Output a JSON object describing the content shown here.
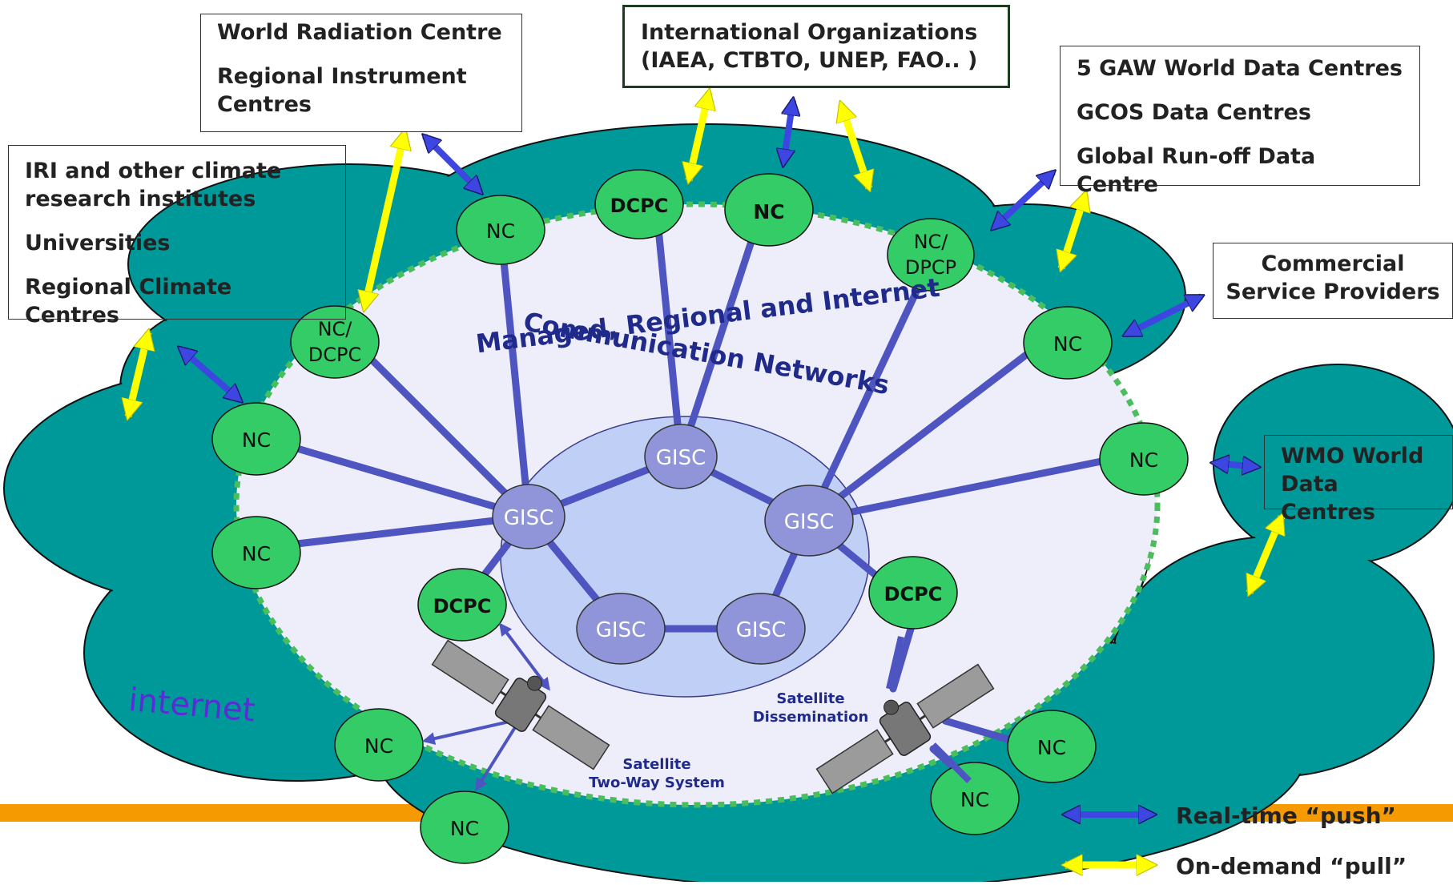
{
  "network_label_line1": "Managed, Regional and Internet",
  "network_label_line2": "Communication Networks",
  "internet_label": "internet",
  "boxes": {
    "wrc": {
      "line1": "World Radiation Centre",
      "line2": "Regional Instrument",
      "line3": "Centres"
    },
    "intl": {
      "line1": "International Organizations",
      "line2": "(IAEA, CTBTO, UNEP, FAO.. )"
    },
    "gaw": {
      "line1": "5 GAW World Data Centres",
      "line2": "GCOS Data Centres",
      "line3": "Global Run-off Data Centre"
    },
    "iri": {
      "line1": "IRI and other climate",
      "line2": "research institutes",
      "line3": "Universities",
      "line4": "Regional Climate Centres"
    },
    "commercial": {
      "line1": "Commercial",
      "line2": "Service Providers"
    },
    "wmo": {
      "line1": "WMO World",
      "line2": "Data Centres"
    }
  },
  "nodes": {
    "nc": "NC",
    "dcpc": "DCPC",
    "nc_dcpc_1": "NC/",
    "nc_dcpc_2": "DCPC",
    "nc_dpcp_1": "NC/",
    "nc_dpcp_2": "DPCP",
    "gisc": "GISC"
  },
  "satellites": {
    "two_way_1": "Satellite",
    "two_way_2": "Two-Way System",
    "dissem_1": "Satellite",
    "dissem_2": "Dissemination"
  },
  "legend": {
    "push": "Real-time “push”",
    "pull": "On-demand “pull”"
  },
  "colors": {
    "cloud": "#009999",
    "inner": "#EEEEFA",
    "gisc_ring": "#BFCFF5",
    "nc_node": "#33CC66",
    "gisc_node": "#8F95D8",
    "link": "#4E54C0",
    "push_arrow": "#3D46E0",
    "pull_arrow": "#FFFF00",
    "legend_bar": "#F59A00"
  }
}
